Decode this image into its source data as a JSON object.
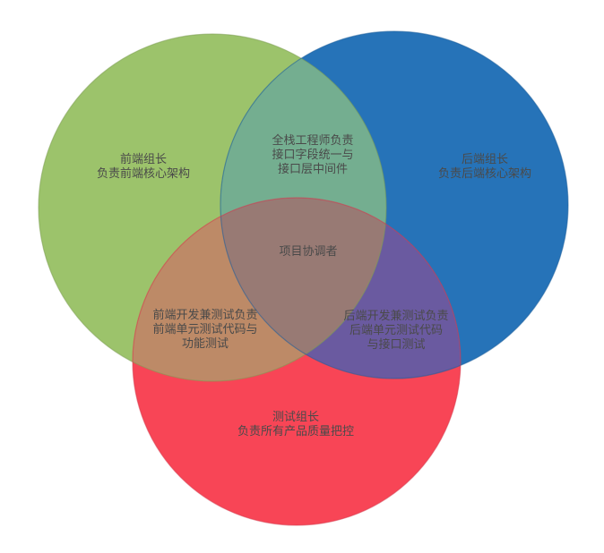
{
  "diagram": {
    "type": "venn",
    "description": "Three-set Venn diagram of team roles and responsibilities"
  },
  "labels": {
    "frontend": [
      "前端组长",
      "负责前端核心架构"
    ],
    "backend": [
      "后端组长",
      "负责后端核心架构"
    ],
    "testing": [
      "测试组长",
      "负责所有产品质量把控"
    ],
    "frontend_backend": [
      "全栈工程师负责",
      "接口字段统一与",
      "接口层中间件"
    ],
    "frontend_testing": [
      "前端开发兼测试负责",
      "前端单元测试代码与",
      "功能测试"
    ],
    "backend_testing": [
      "后端开发兼测试负责",
      "后端单元测试代码",
      "与接口测试"
    ],
    "center": [
      "项目协调者"
    ]
  },
  "colors": {
    "background": "#ffffff",
    "frontend_fill": "#9cc36b",
    "frontend_stroke": "#7e9f54",
    "backend_fill": "#2673b8",
    "backend_stroke": "#1d5f9b",
    "testing_fill": "#f84556",
    "testing_stroke": "#d53b4c",
    "frontend_backend_fill": "#74ae90",
    "frontend_testing_fill": "#bd8a67",
    "backend_testing_fill": "#6a5aa0",
    "center_fill": "#987a74",
    "text": "#4a4a4a"
  }
}
